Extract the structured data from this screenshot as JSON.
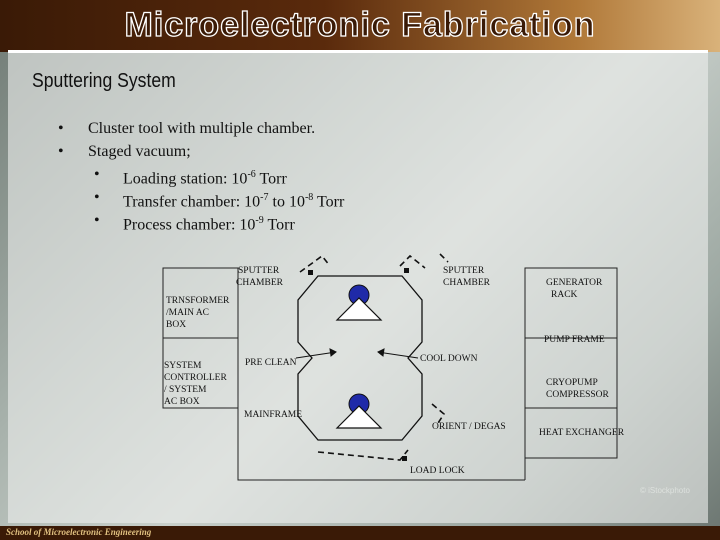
{
  "banner": {
    "title": "Microelectronic Fabrication"
  },
  "slide": {
    "subtitle": "Sputtering System",
    "bullets": [
      {
        "text": "Cluster tool with multiple chamber."
      },
      {
        "text": "Staged vacuum;"
      }
    ],
    "sub_bullets": [
      {
        "text": "Loading station: 10",
        "sup": "-6",
        "tail": " Torr"
      },
      {
        "text": "Transfer chamber: 10",
        "sup": "-7",
        "mid": " to 10",
        "sup2": "-8",
        "tail": " Torr"
      },
      {
        "text": "Process chamber: 10",
        "sup": "-9",
        "tail": " Torr"
      }
    ]
  },
  "diagram": {
    "labels": {
      "sputter_chamber_left_1": "SPUTTER",
      "sputter_chamber_left_2": "CHAMBER",
      "sputter_chamber_right_1": "SPUTTER",
      "sputter_chamber_right_2": "CHAMBER",
      "generator_rack_1": "GENERATOR",
      "generator_rack_2": "RACK",
      "transformer_1": "TRNSFORMER",
      "transformer_2": "/MAIN AC",
      "transformer_3": "BOX",
      "pump_frame": "PUMP FRAME",
      "system_controller_1": "SYSTEM",
      "system_controller_2": "CONTROLLER",
      "system_controller_3": "/ SYSTEM",
      "system_controller_4": "AC BOX",
      "pre_clean": "PRE CLEAN",
      "cool_down": "COOL DOWN",
      "cryopump_1": "CRYOPUMP",
      "cryopump_2": "COMPRESSOR",
      "mainframe": "MAINFRAME",
      "orient_degas": "ORIENT / DEGAS",
      "heat_exchanger": "HEAT EXCHANGER",
      "load_lock": "LOAD LOCK"
    }
  },
  "footer": {
    "text": "School of Microelectronic Engineering"
  }
}
